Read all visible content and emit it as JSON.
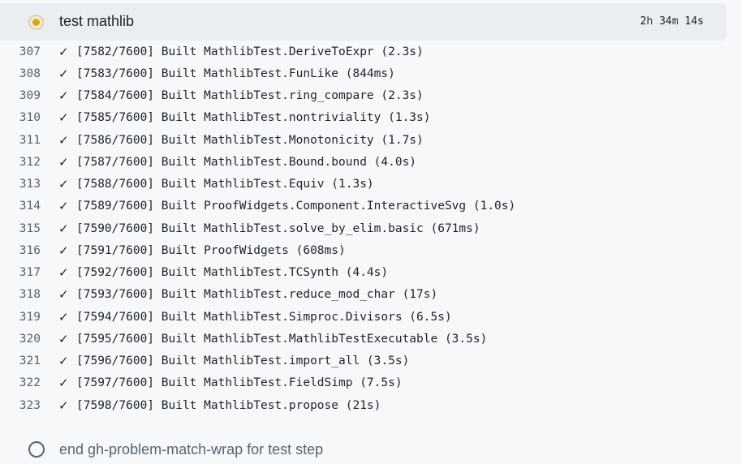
{
  "step": {
    "title": "test mathlib",
    "duration": "2h 34m 14s",
    "status_icon": "in-progress-icon"
  },
  "log": [
    {
      "n": "307",
      "t": "[7582/7600] Built MathlibTest.DeriveToExpr (2.3s)"
    },
    {
      "n": "308",
      "t": "[7583/7600] Built MathlibTest.FunLike (844ms)"
    },
    {
      "n": "309",
      "t": "[7584/7600] Built MathlibTest.ring_compare (2.3s)"
    },
    {
      "n": "310",
      "t": "[7585/7600] Built MathlibTest.nontriviality (1.3s)"
    },
    {
      "n": "311",
      "t": "[7586/7600] Built MathlibTest.Monotonicity (1.7s)"
    },
    {
      "n": "312",
      "t": "[7587/7600] Built MathlibTest.Bound.bound (4.0s)"
    },
    {
      "n": "313",
      "t": "[7588/7600] Built MathlibTest.Equiv (1.3s)"
    },
    {
      "n": "314",
      "t": "[7589/7600] Built ProofWidgets.Component.InteractiveSvg (1.0s)"
    },
    {
      "n": "315",
      "t": "[7590/7600] Built MathlibTest.solve_by_elim.basic (671ms)"
    },
    {
      "n": "316",
      "t": "[7591/7600] Built ProofWidgets (608ms)"
    },
    {
      "n": "317",
      "t": "[7592/7600] Built MathlibTest.TCSynth (4.4s)"
    },
    {
      "n": "318",
      "t": "[7593/7600] Built MathlibTest.reduce_mod_char (17s)"
    },
    {
      "n": "319",
      "t": "[7594/7600] Built MathlibTest.Simproc.Divisors (6.5s)"
    },
    {
      "n": "320",
      "t": "[7595/7600] Built MathlibTest.MathlibTestExecutable (3.5s)"
    },
    {
      "n": "321",
      "t": "[7596/7600] Built MathlibTest.import_all (3.5s)"
    },
    {
      "n": "322",
      "t": "[7597/7600] Built MathlibTest.FieldSimp (7.5s)"
    },
    {
      "n": "323",
      "t": "[7598/7600] Built MathlibTest.propose (21s)"
    }
  ],
  "check": "✓",
  "next_step": {
    "title": "end gh-problem-match-wrap for test step",
    "status_icon": "pending-icon"
  }
}
